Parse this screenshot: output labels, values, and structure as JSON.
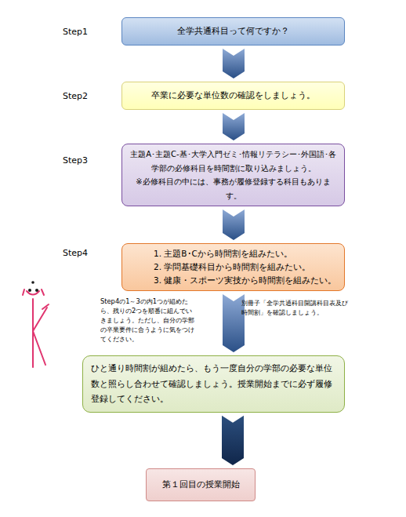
{
  "diagram": {
    "nodes": [
      {
        "text": [
          "全学共通科目って何ですか？"
        ]
      },
      {
        "text": [
          "卒業に必要な単位数の確認をしましょう。"
        ]
      },
      {
        "text": [
          "主題A･主題C-基･大学入門ゼミ･情報リテラシー･外国語･各学部の必修科目を時間割に取り込みましょう。",
          "※必修科目の中には、事務が履修登録する科目もあります。"
        ]
      },
      {
        "text": [
          "1. 主題B･Cから時間割を組みたい。",
          "2. 学問基礎科目から時間割を組みたい。",
          "3. 健康・スポーツ実技から時間割を組みたい。"
        ]
      },
      {
        "text": [
          "ひと通り時間割が組めたら、もう一度自分の学部の必要な単位数と照らし合わせて確認しましょう。授業開始までに必ず履修登録してください。"
        ]
      },
      {
        "text": [
          "第１回目の授業開始"
        ]
      }
    ],
    "edges": [
      {
        "from": 0,
        "to": 1,
        "arrow": "to"
      },
      {
        "from": 1,
        "to": 2,
        "arrow": "to"
      },
      {
        "from": 2,
        "to": 3,
        "arrow": "to"
      },
      {
        "from": 3,
        "to": 4,
        "arrow": "to"
      },
      {
        "from": 4,
        "to": 5,
        "arrow": "to"
      }
    ],
    "labels": [
      "Step1",
      "Step2",
      "Step3",
      "Step4",
      "Step4の1～3の内1つが組めたら、残りの2つを順番に組んでいきましょう。ただし、自分の学部の卒業要件に合うように気をつけてください。",
      "別冊子「全学共通科目開講科目表及び時間割」を確認しましょう。"
    ]
  }
}
